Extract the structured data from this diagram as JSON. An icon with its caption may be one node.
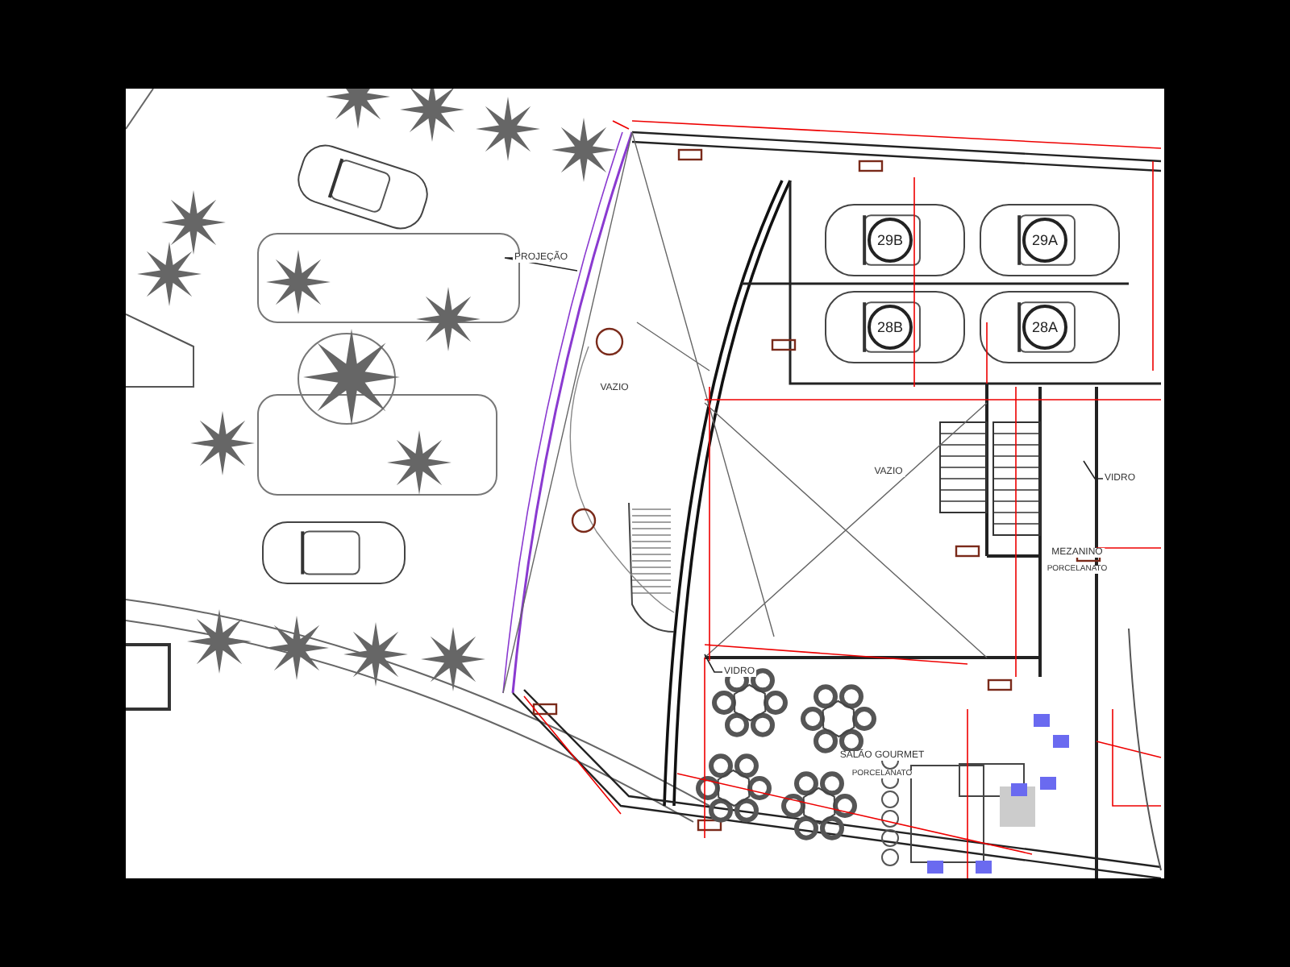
{
  "diagram": {
    "nodes": [
      {
        "text": [
          "29B"
        ]
      },
      {
        "text": [
          "29A"
        ]
      },
      {
        "text": [
          "28B"
        ]
      },
      {
        "text": [
          "28A"
        ]
      },
      {
        "text": [
          "PROJEÇÃO"
        ]
      },
      {
        "text": [
          "VIDRO"
        ]
      },
      {
        "text": [
          "VIDRO"
        ]
      }
    ],
    "edges": [
      {
        "from": 4,
        "to": null,
        "arrow": "none"
      },
      {
        "from": 5,
        "to": null,
        "arrow": "none"
      },
      {
        "from": 6,
        "to": null,
        "arrow": "none"
      }
    ],
    "labels": [
      "VAZIO",
      "VAZIO",
      "MEZANINO",
      "PORCELANATO",
      "SALÃO GOURMET",
      "PORCELANATO"
    ]
  }
}
